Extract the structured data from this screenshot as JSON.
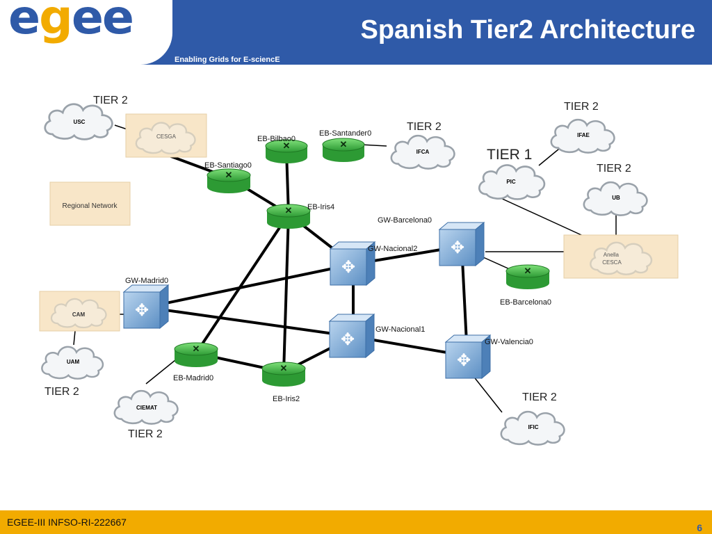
{
  "header": {
    "logo_parts": [
      "e",
      "g",
      "ee"
    ],
    "tagline": "Enabling Grids for E-sciencE",
    "title": "Spanish Tier2 Architecture"
  },
  "footer": {
    "project": "EGEE-III INFSO-RI-222667",
    "page": "6"
  },
  "diagram": {
    "clouds": [
      "USC",
      "IFCA",
      "IFAE",
      "PIC",
      "UB",
      "UAM",
      "CIEMAT",
      "IFIC"
    ],
    "regional_boxes": [
      "CESGA",
      "Regional Network",
      "CAM",
      "Anella CESCA"
    ],
    "routers": [
      "EB-Bilbao0",
      "EB-Santander0",
      "EB-Santiago0",
      "EB-Iris4",
      "EB-Barcelona0",
      "EB-Madrid0",
      "EB-Iris2"
    ],
    "switches": [
      "GW-Barcelona0",
      "GW-Nacional2",
      "GW-Madrid0",
      "GW-Nacional1",
      "GW-Valencia0"
    ],
    "tier_labels": [
      "TIER 2",
      "TIER 2",
      "TIER 2",
      "TIER 1",
      "TIER 2",
      "TIER 2",
      "TIER 2",
      "TIER 2"
    ]
  }
}
